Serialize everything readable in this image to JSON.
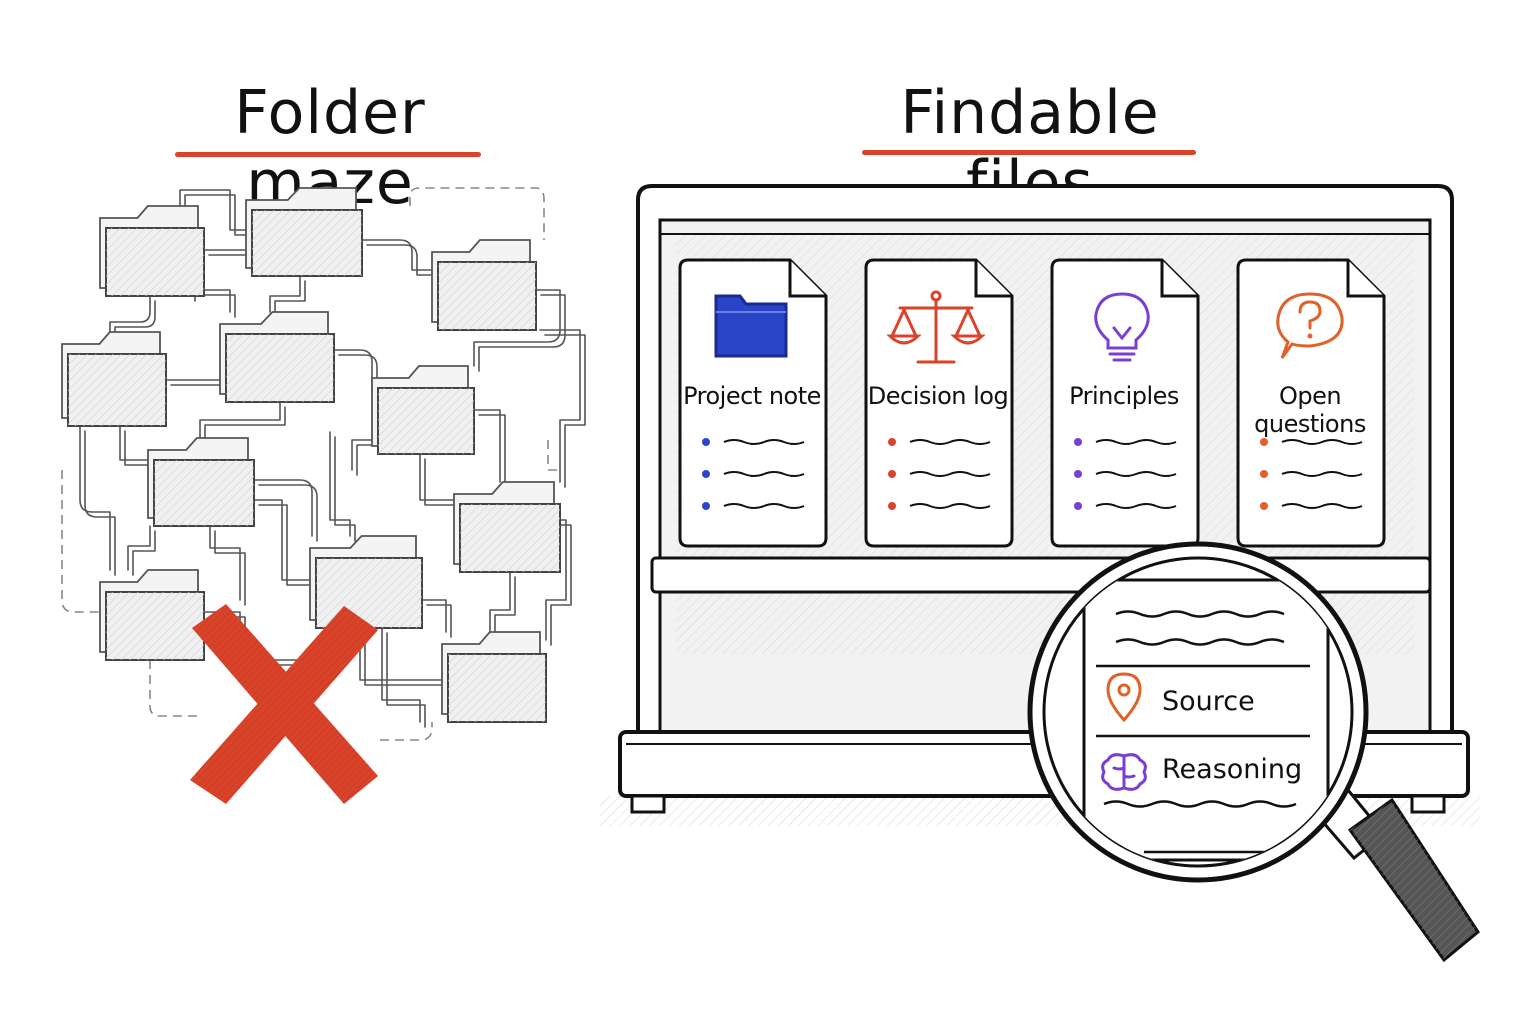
{
  "left_panel": {
    "title": "Folder maze",
    "underline_color": "#d9432a",
    "cross_color": "#d9432a",
    "cross_icon": "cross-mark-icon"
  },
  "right_panel": {
    "title": "Findable files",
    "underline_color": "#d9432a",
    "cards": [
      {
        "label": "Project note",
        "icon": "folder-icon",
        "accent": "#2b45c8"
      },
      {
        "label": "Decision log",
        "icon": "scales-icon",
        "accent": "#d9432a"
      },
      {
        "label": "Principles",
        "icon": "lightbulb-icon",
        "accent": "#7a3fd0"
      },
      {
        "label": "Open questions",
        "icon": "question-bubble-icon",
        "accent": "#e0622a"
      }
    ],
    "magnifier": {
      "rows": [
        {
          "label": "Source",
          "icon": "location-pin-icon",
          "accent": "#e0622a"
        },
        {
          "label": "Reasoning",
          "icon": "brain-icon",
          "accent": "#7a3fd0"
        }
      ]
    }
  }
}
